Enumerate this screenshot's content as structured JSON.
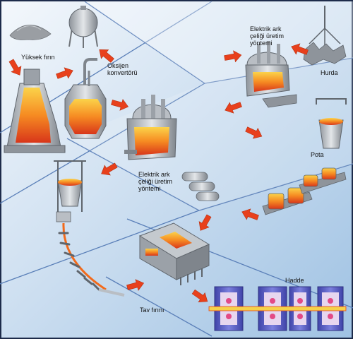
{
  "labels": {
    "blast_furnace": "Yüksek fırın",
    "oxygen_converter_1": "Oksijen",
    "oxygen_converter_2": "konvertörü",
    "eaf_top_1": "Elektrik ark",
    "eaf_top_2": "çeliği üretim",
    "eaf_top_3": "yöntemi",
    "scrap": "Hurda",
    "ladle": "Pota",
    "eaf_mid_1": "Elektrik ark",
    "eaf_mid_2": "çeliği üretim",
    "eaf_mid_3": "yöntemi",
    "reheat_furnace": "Tav fırını",
    "rolling_mill": "Hadde"
  },
  "colors": {
    "background_light": "#eaf3fb",
    "background_blue": "#a9c9e6",
    "panel_line": "#5a7fb8",
    "arrow": "#e8401c",
    "molten_core": "#f26a1b",
    "molten_glow": "#fbd34a",
    "steel_gray": "#b9bec4",
    "mill_purple": "#5f63c9"
  },
  "icons": {
    "arrow": "red-arrow-icon",
    "blast_furnace": "blast-furnace-icon",
    "converter": "converter-icon",
    "eaf": "electric-arc-furnace-icon",
    "scrap": "scrap-crane-icon",
    "ladle": "ladle-icon",
    "caster": "continuous-caster-icon",
    "reheat": "reheating-furnace-icon",
    "mill": "rolling-mill-icon"
  }
}
